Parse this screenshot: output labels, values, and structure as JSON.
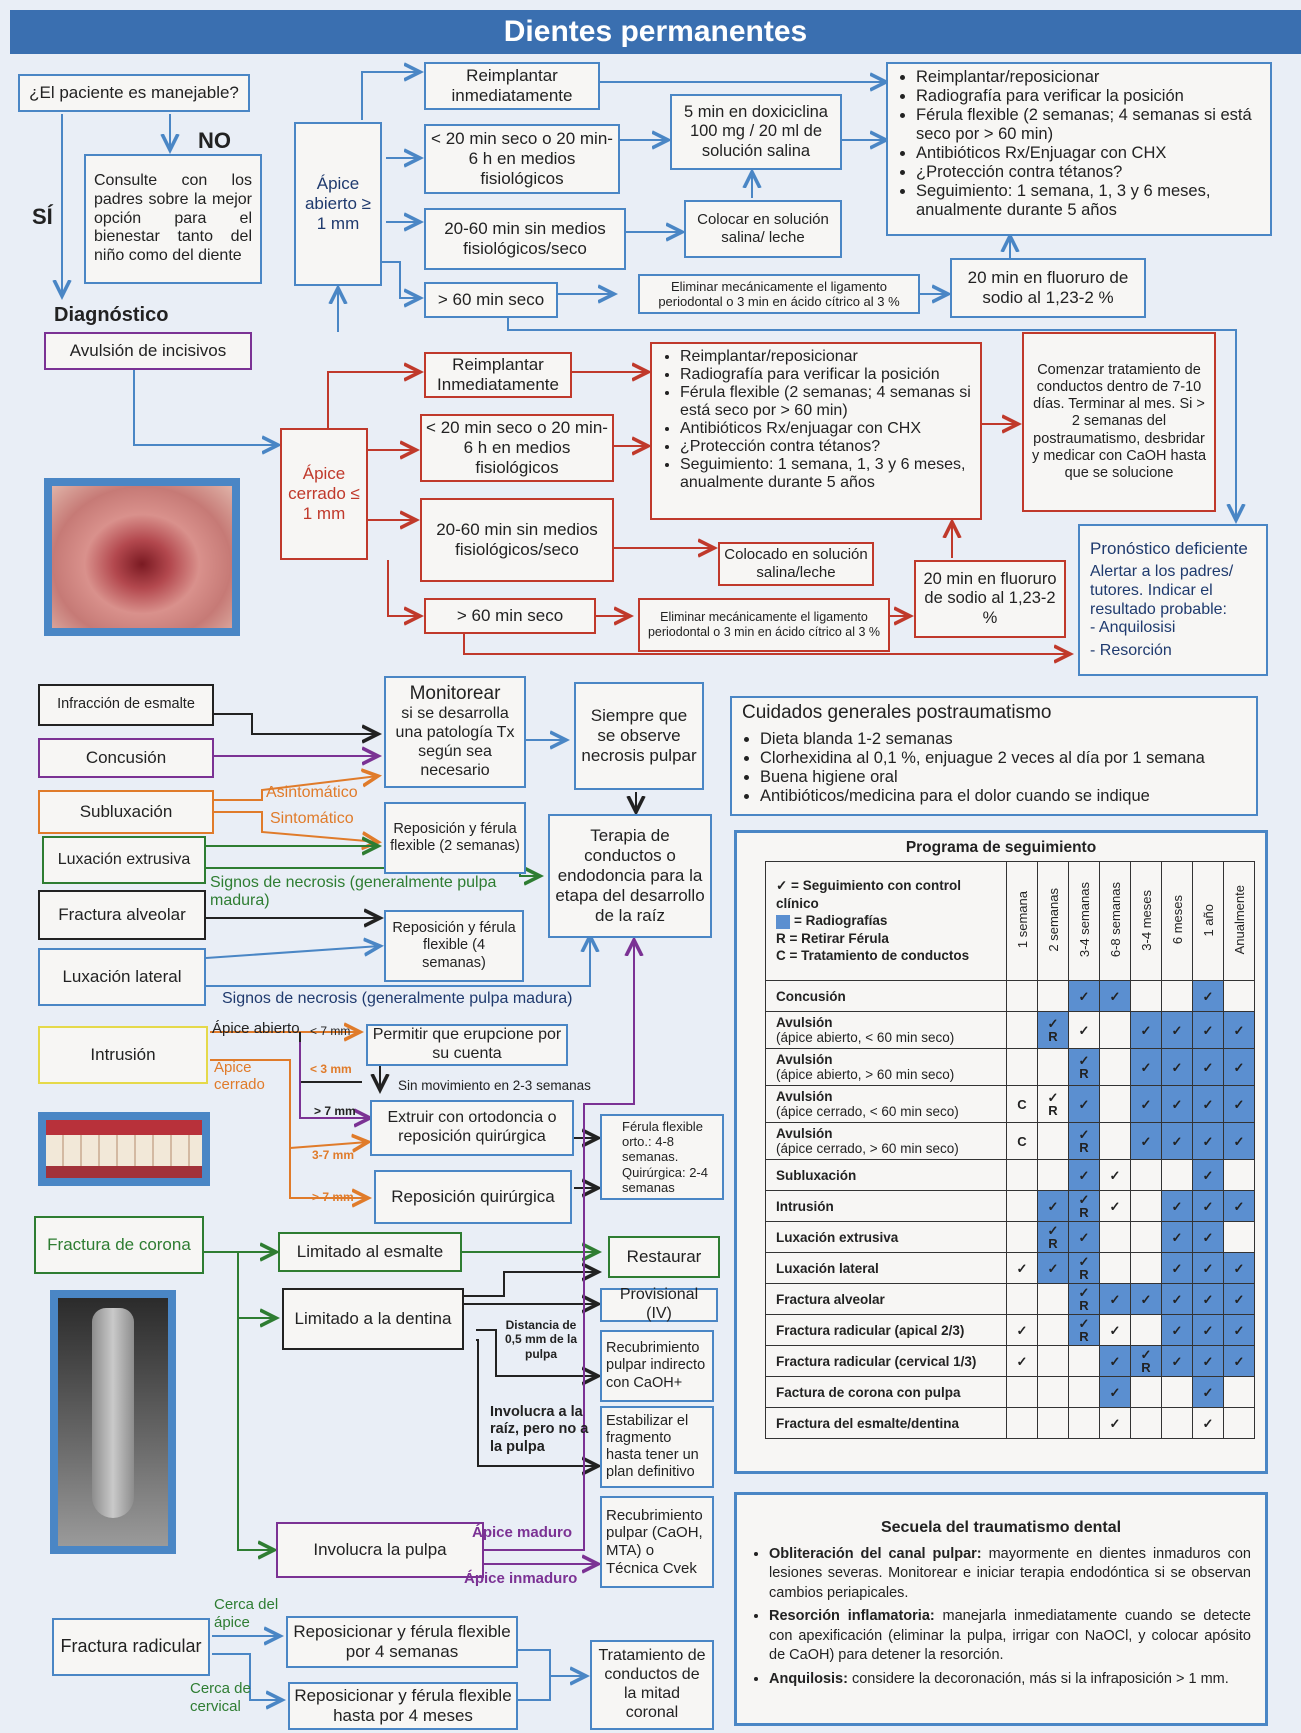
{
  "title": "Dientes permanentes",
  "avulsion": {
    "question": "¿El paciente es manejable?",
    "no_label": "NO",
    "si_label": "SÍ",
    "consult": "Consulte con los padres sobre la mejor opción para el bienestar tanto del niño como del diente",
    "diagnostico_label": "Diagnóstico",
    "diagnosis": "Avulsión de incisivos",
    "open_apex": "Ápice abierto ≥ 1 mm",
    "open": {
      "reimplant": "Reimplantar inmediatamente",
      "lt20": "< 20 min seco o 20 min-6 h en medios fisiológicos",
      "m20_60": "20-60 min sin medios fisiológicos/seco",
      "gt60": "> 60 min seco",
      "doxi": "5 min en doxiciclina 100 mg / 20 ml de solución salina",
      "saline": "Colocar en solución salina/ leche",
      "remove": "Eliminar mecánicamente el ligamento periodontal o 3 min en ácido cítrico al 3 %",
      "fluor": "20 min en fluoruro de sodio al 1,23-2 %",
      "steps": [
        "Reimplantar/reposicionar",
        "Radiografía para verificar la posición",
        "Férula flexible (2 semanas; 4 semanas si está seco por > 60 min)",
        "Antibióticos Rx/Enjuagar con CHX",
        "¿Protección contra tétanos?",
        "Seguimiento: 1 semana, 1, 3 y 6 meses, anualmente durante 5 años"
      ]
    },
    "closed_apex": "Ápice cerrado ≤ 1 mm",
    "closed": {
      "reimplant": "Reimplantar Inmediatamente",
      "lt20": "< 20 min seco o 20 min-6 h en medios fisiológicos",
      "m20_60": "20-60 min sin medios fisiológicos/seco",
      "gt60": "> 60 min seco",
      "saline": "Colocado en solución salina/leche",
      "remove": "Eliminar mecánicamente el ligamento periodontal o 3 min en ácido cítrico al 3 %",
      "fluor": "20 min en fluoruro de sodio al 1,23-2 %",
      "steps": [
        "Reimplantar/reposicionar",
        "Radiografía para verificar la posición",
        "Férula flexible (2 semanas; 4 semanas si está seco por > 60 min)",
        "Antibióticos Rx/enjuagar con CHX",
        "¿Protección contra tétanos?",
        "Seguimiento: 1 semana, 1, 3 y 6 meses, anualmente durante 5 años"
      ],
      "endo": "Comenzar tratamiento de conductos dentro de 7-10 días. Terminar al mes. Si > 2 semanas del postraumatismo, desbridar y medicar con CaOH hasta que se solucione"
    },
    "prognosis_title": "Pronóstico deficiente",
    "prognosis_text": "Alertar a los padres/ tutores. Indicar el resultado probable:",
    "prognosis_items": [
      "- Anquilosisi",
      "- Resorción"
    ]
  },
  "luxation": {
    "infraccion": "Infracción de esmalte",
    "concusion": "Concusión",
    "subluxacion": "Subluxación",
    "extrusiva": "Luxación extrusiva",
    "alveolar": "Fractura alveolar",
    "lateral": "Luxación lateral",
    "asintomatico": "Asintomático",
    "sintomatico": "Sintomático",
    "monitorear_title": "Monitorear",
    "monitorear_text": "si se desarrolla una patología Tx según sea necesario",
    "siempre": "Siempre que se observe necrosis pulpar",
    "repos2": "Reposición y férula flexible (2 semanas)",
    "repos4": "Reposición y férula flexible (4 semanas)",
    "terapia": "Terapia de conductos o endodoncia para la etapa del desarrollo de la raíz",
    "necrosis1": "Signos de necrosis (generalmente pulpa madura)",
    "necrosis2": "Signos de necrosis (generalmente pulpa madura)"
  },
  "intrusion": {
    "label": "Intrusión",
    "apice_abierto": "Ápice abierto",
    "apice_cerrado": "Ápice cerrado",
    "lt7": "< 7 mm",
    "lt3": "< 3 mm",
    "gt7a": "> 7 mm",
    "r37": "3-7 mm",
    "gt7b": "> 7 mm",
    "permitir": "Permitir que erupcione por su cuenta",
    "sin_mov": "Sin movimiento en 2-3 semanas",
    "extruir": "Extruir con ortodoncia o reposición quirúrgica",
    "repos_q": "Reposición quirúrgica",
    "ferula": "Férula flexible orto.: 4-8 semanas. Quirúrgica: 2-4 semanas"
  },
  "crown": {
    "label": "Fractura de corona",
    "esmalte": "Limitado al esmalte",
    "dentina": "Limitado a la dentina",
    "pulpa": "Involucra la pulpa",
    "restaurar": "Restaurar",
    "provisional": "Provisional (IV)",
    "recub_ind": "Recubrimiento pulpar indirecto con CaOH+",
    "estabilizar": "Estabilizar el fragmento hasta tener un plan definitivo",
    "recub": "Recubrimiento pulpar (CaOH, MTA) o Técnica Cvek",
    "distancia": "Distancia de 0,5 mm de la pulpa",
    "involucra_raiz": "Involucra a la raíz, pero no a la pulpa",
    "apice_maduro": "Ápice maduro",
    "apice_inmaduro": "Ápice inmaduro"
  },
  "root": {
    "label": "Fractura radicular",
    "cerca_apice": "Cerca del ápice",
    "cerca_cervical": "Cerca de cervical",
    "repos4": "Reposicionar y férula flexible por 4 semanas",
    "repos_hasta4": "Reposicionar y férula flexible hasta por 4 meses",
    "tratamiento": "Tratamiento de conductos de la mitad coronal"
  },
  "care": {
    "title": "Cuidados generales postraumatismo",
    "items": [
      "Dieta blanda 1-2 semanas",
      "Clorhexidina al 0,1 %, enjuague 2 veces al día por 1 semana",
      "Buena higiene oral",
      "Antibióticos/medicina para el dolor cuando se indique"
    ]
  },
  "followup": {
    "title": "Programa de seguimiento",
    "legend": [
      "✓ = Seguimiento con control clínico",
      "= Radiografías",
      "R = Retirar Férula",
      "C = Tratamiento de conductos"
    ],
    "columns": [
      "1 semana",
      "2 semanas",
      "3-4 semanas",
      "6-8 semanas",
      "3-4 meses",
      "6 meses",
      "1 año",
      "Anualmente"
    ],
    "rows": [
      {
        "name": "Concusión",
        "sub": "",
        "cells": [
          "",
          "",
          "✓|B",
          "✓|B",
          "",
          "",
          "✓|B",
          ""
        ]
      },
      {
        "name": "Avulsión",
        "sub": "(ápice abierto, < 60 min seco)",
        "cells": [
          "",
          "✓R|B",
          "✓",
          "",
          "✓|B",
          "✓|B",
          "✓|B",
          "✓|B"
        ]
      },
      {
        "name": "Avulsión",
        "sub": "(ápice abierto, > 60 min seco)",
        "cells": [
          "",
          "",
          "✓R|B",
          "",
          "✓|B",
          "✓|B",
          "✓|B",
          "✓|B"
        ]
      },
      {
        "name": "Avulsión",
        "sub": "(ápice cerrado, < 60 min seco)",
        "cells": [
          "C",
          "✓R",
          "✓|B",
          "",
          "✓|B",
          "✓|B",
          "✓|B",
          "✓|B"
        ]
      },
      {
        "name": "Avulsión",
        "sub": "(ápice cerrado, > 60 min seco)",
        "cells": [
          "C",
          "",
          "✓R|B",
          "",
          "✓|B",
          "✓|B",
          "✓|B",
          "✓|B"
        ]
      },
      {
        "name": "Subluxación",
        "sub": "",
        "cells": [
          "",
          "",
          "✓|B",
          "✓",
          "",
          "",
          "✓|B",
          ""
        ]
      },
      {
        "name": "Intrusión",
        "sub": "",
        "cells": [
          "",
          "✓|B",
          "✓R|B",
          "✓",
          "",
          "✓|B",
          "✓|B",
          "✓|B"
        ]
      },
      {
        "name": "Luxación extrusiva",
        "sub": "",
        "cells": [
          "",
          "✓R|B",
          "✓|B",
          "",
          "",
          "✓|B",
          "✓|B",
          ""
        ]
      },
      {
        "name": "Luxación lateral",
        "sub": "",
        "cells": [
          "✓",
          "✓|B",
          "✓R|B",
          "",
          "",
          "✓|B",
          "✓|B",
          "✓|B"
        ]
      },
      {
        "name": "Fractura alveolar",
        "sub": "",
        "cells": [
          "",
          "",
          "✓R|B",
          "✓|B",
          "✓|B",
          "✓|B",
          "✓|B",
          "✓|B"
        ]
      },
      {
        "name": "Fractura radicular (apical 2/3)",
        "sub": "",
        "cells": [
          "✓",
          "",
          "✓R|B",
          "✓",
          "",
          "✓|B",
          "✓|B",
          "✓|B"
        ]
      },
      {
        "name": "Fractura radicular (cervical 1/3)",
        "sub": "",
        "cells": [
          "✓",
          "",
          "",
          "✓|B",
          "✓R|B",
          "✓|B",
          "✓|B",
          "✓|B"
        ]
      },
      {
        "name": "Factura de corona con pulpa",
        "sub": "",
        "cells": [
          "",
          "",
          "",
          "✓|B",
          "",
          "",
          "✓|B",
          ""
        ]
      },
      {
        "name": "Fractura del esmalte/dentina",
        "sub": "",
        "cells": [
          "",
          "",
          "",
          "✓",
          "",
          "",
          "✓",
          ""
        ]
      }
    ]
  },
  "sequela": {
    "title": "Secuela del traumatismo dental",
    "items": [
      {
        "term": "Obliteración del canal pulpar:",
        "text": " mayormente en dientes inmaduros con lesiones severas. Monitorear e iniciar terapia endodóntica si se observan cambios periapicales."
      },
      {
        "term": "Resorción inflamatoria:",
        "text": " manejarla inmediatamente cuando se detecte con apexificación (eliminar la pulpa, irrigar con NaOCl, y colocar apósito de CaOH) para detener la resorción."
      },
      {
        "term": "Anquilosis:",
        "text": " considere la decoronación, más si la infraposición > 1 mm."
      }
    ]
  },
  "colors": {
    "blue": "#4a86c5",
    "title_bar": "#3a6fb0",
    "red": "#c0392b",
    "purple": "#7b3294",
    "orange": "#e07b2a",
    "green": "#2e7d32",
    "yellow": "#e5d94a"
  }
}
